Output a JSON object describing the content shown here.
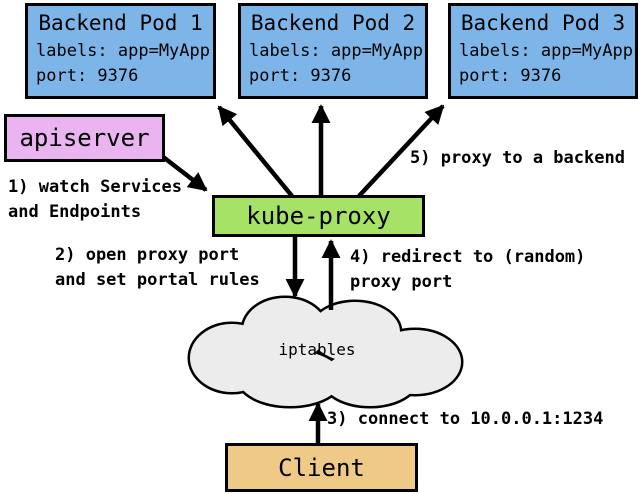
{
  "diagram": {
    "title_hint": "kube-proxy userspace proxy-mode overview",
    "pods": [
      {
        "title": "Backend Pod 1",
        "labels": "labels: app=MyApp",
        "port": "port: 9376"
      },
      {
        "title": "Backend Pod 2",
        "labels": "labels: app=MyApp",
        "port": "port: 9376"
      },
      {
        "title": "Backend Pod 3",
        "labels": "labels: app=MyApp",
        "port": "port: 9376"
      }
    ],
    "apiserver": {
      "label": "apiserver"
    },
    "kube_proxy": {
      "label": "kube-proxy"
    },
    "iptables": {
      "label": "iptables"
    },
    "client": {
      "label": "Client"
    },
    "steps": [
      {
        "lines": [
          "1) watch Services",
          "and Endpoints"
        ]
      },
      {
        "lines": [
          "2) open proxy port",
          "and set portal rules"
        ]
      },
      {
        "lines": [
          "3) connect to 10.0.0.1:1234"
        ]
      },
      {
        "lines": [
          "4) redirect to (random)",
          "proxy port"
        ]
      },
      {
        "lines": [
          "5) proxy to a backend"
        ]
      }
    ],
    "colors": {
      "pod_fill": "#7db5e8",
      "apiserver_fill": "#e9b4f0",
      "kube_proxy_fill": "#a5e265",
      "client_fill": "#efc988",
      "cloud_fill": "#ececec",
      "border": "#000000",
      "background": "#ffffff"
    }
  }
}
